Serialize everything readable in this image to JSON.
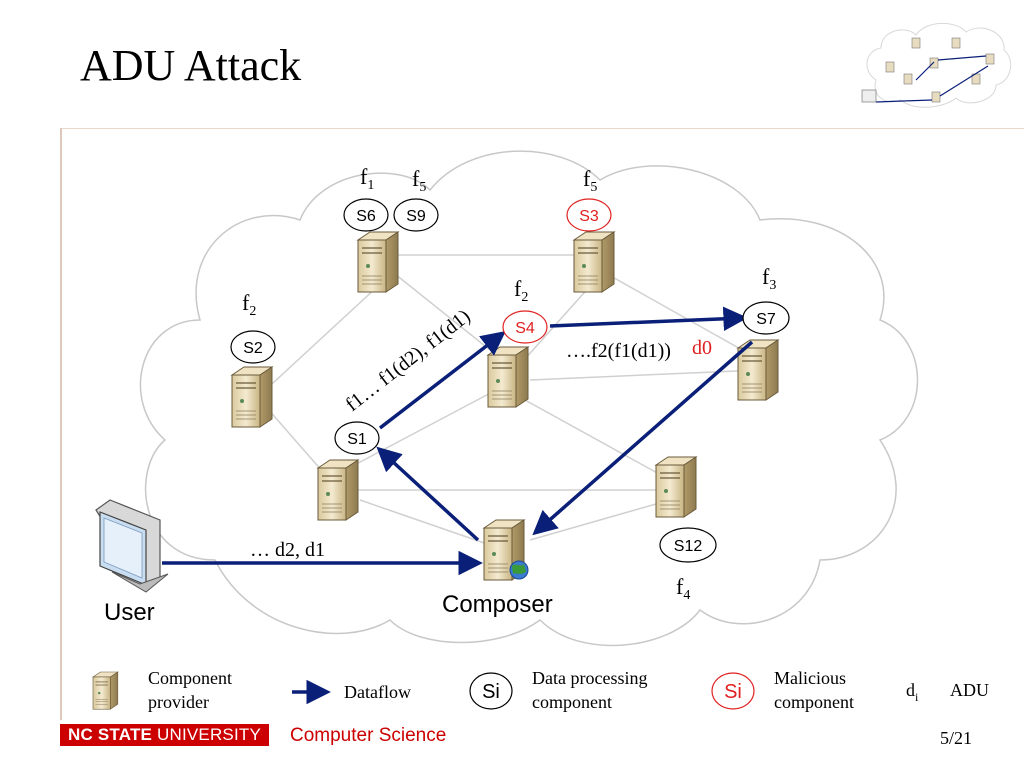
{
  "slide": {
    "title": "ADU Attack",
    "page_number": "5/21"
  },
  "footer": {
    "university_bold": "NC STATE",
    "university_rest": " UNIVERSITY",
    "department": "Computer Science"
  },
  "nodes": {
    "s6": {
      "label": "S6",
      "func": "f",
      "func_sub": "1"
    },
    "s9": {
      "label": "S9",
      "func": "f",
      "func_sub": "5"
    },
    "s3": {
      "label": "S3",
      "func": "f",
      "func_sub": "5"
    },
    "s2": {
      "label": "S2",
      "func": "f",
      "func_sub": "2"
    },
    "s4": {
      "label": "S4",
      "func": "f",
      "func_sub": "2"
    },
    "s7": {
      "label": "S7",
      "func": "f",
      "func_sub": "3"
    },
    "s1": {
      "label": "S1"
    },
    "s12": {
      "label": "S12",
      "func": "f",
      "func_sub": "4"
    },
    "user": {
      "label": "User"
    },
    "composer": {
      "label": "Composer"
    }
  },
  "flows": {
    "user_to_composer": "… d2, d1",
    "s1_to_s4": "f1… f1(d2), f1(d1)",
    "s4_to_s7_garbled": "….f2(f1(d1))",
    "s4_to_s7_malicious": "d0"
  },
  "colors": {
    "dataflow": "#0a1f78",
    "malicious": "#e02020",
    "cloud_stroke": "#c8c8c8",
    "link": "#d0d0d0",
    "brand_red": "#cc0000"
  },
  "legend": {
    "provider": "Component provider",
    "provider_line1": "Component",
    "provider_line2": "provider",
    "dataflow": "Dataflow",
    "processing_symbol": "Si",
    "processing_line1": "Data processing",
    "processing_line2": "component",
    "malicious_symbol": "Si",
    "malicious_line1": "Malicious",
    "malicious_line2": "component",
    "adu_symbol": "d",
    "adu_symbol_sub": "i",
    "adu_text": "ADU"
  },
  "icons": {
    "server": "server-icon",
    "monitor": "monitor-icon",
    "globe": "globe-icon"
  }
}
